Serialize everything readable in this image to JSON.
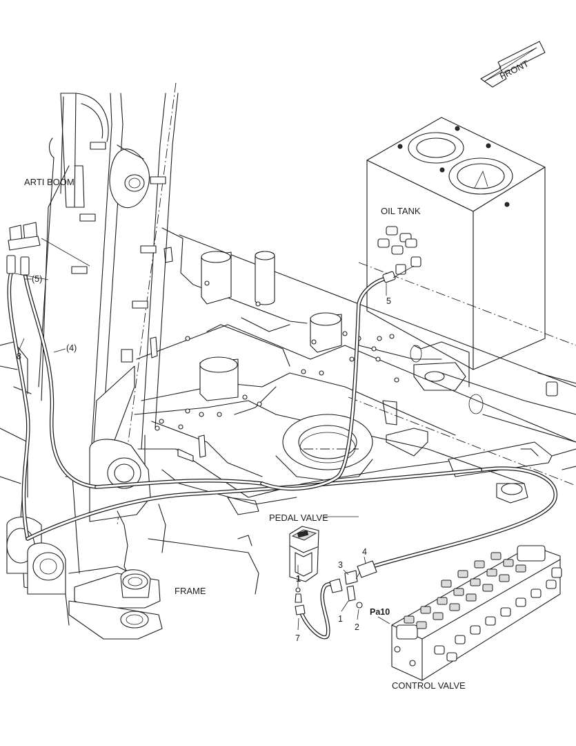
{
  "labels": {
    "front": "FRONT",
    "arti_boom": "ARTI BOOM",
    "oil_tank": "OIL TANK",
    "pedal_valve": "PEDAL VALVE",
    "frame": "FRAME",
    "control_valve": "CONTROL VALVE"
  },
  "callouts": {
    "c5_paren": "(5)",
    "c8": "8",
    "c4_paren": "(4)",
    "c5": "5",
    "c1_top": "1",
    "c3": "3",
    "c4": "4",
    "c1": "1",
    "c2": "2",
    "pa10": "Pa10",
    "c7": "7"
  },
  "colors": {
    "ink": "#1a1a1a",
    "paper": "#ffffff"
  },
  "icons": {
    "front_arrow": "arrow-left-icon"
  }
}
